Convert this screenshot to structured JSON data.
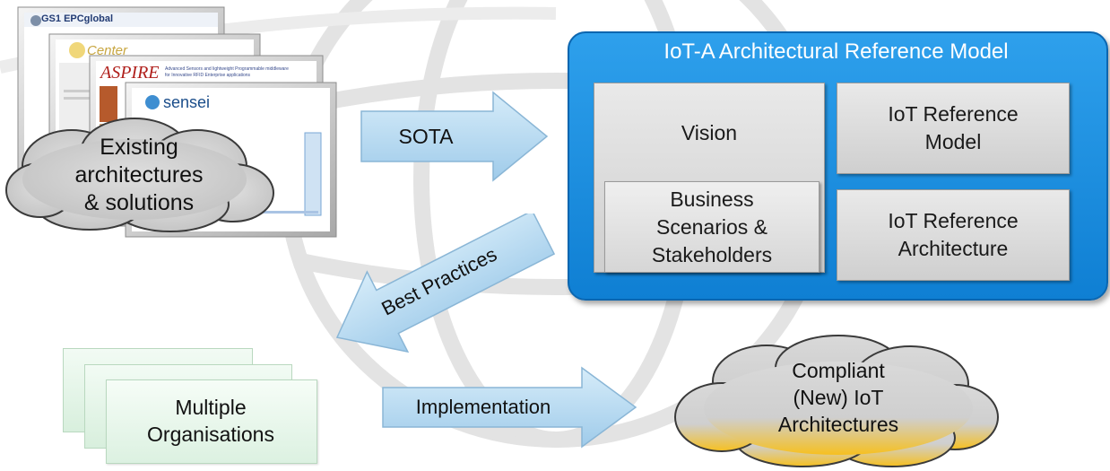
{
  "existing": {
    "label": "Existing\narchitectures\n& solutions",
    "logos": [
      "GS1 EPCglobal",
      "Center",
      "ASPIRE",
      "sensei"
    ],
    "aspire_caption": "Advanced Sensors and lightweight Programmable middleware\nfor Innovative RFID Enterprise applications"
  },
  "arrows": {
    "sota": "SOTA",
    "best_practices": "Best Practices",
    "implementation": "Implementation"
  },
  "model": {
    "title": "IoT-A Architectural Reference Model",
    "vision": "Vision",
    "business": "Business\nScenarios &\nStakeholders",
    "reference_model": "IoT Reference\nModel",
    "reference_architecture": "IoT Reference\nArchitecture"
  },
  "organisations": {
    "label": "Multiple\nOrganisations"
  },
  "compliant": {
    "label": "Compliant\n(New) IoT\nArchitectures"
  },
  "colors": {
    "blue": "#1388dd",
    "arrow": "#b9dcf2",
    "cloud": "#d4d4d4",
    "cloud_glow": "#f6c020"
  }
}
